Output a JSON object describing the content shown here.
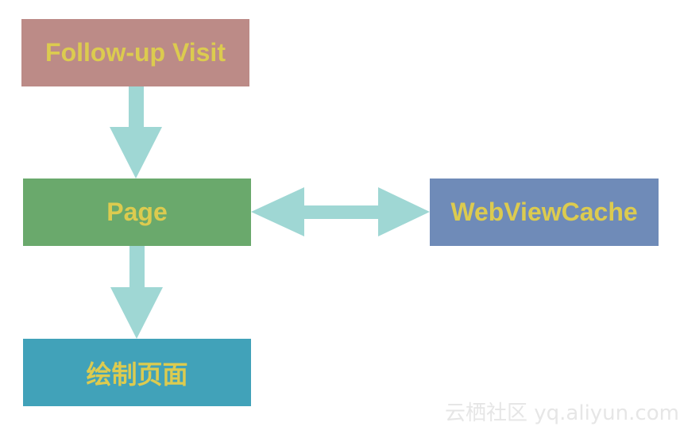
{
  "colors": {
    "text": "#dccb4f",
    "arrow": "#9fd7d4",
    "followup_bg": "#bc8b87",
    "page_bg": "#6aa96c",
    "cache_bg": "#6f8bb8",
    "draw_bg": "#41a2b9"
  },
  "nodes": {
    "followup": {
      "label": "Follow-up Visit"
    },
    "page": {
      "label": "Page"
    },
    "cache": {
      "label": "WebViewCache"
    },
    "draw": {
      "label": "绘制页面"
    }
  },
  "watermark": "云栖社区 yq.aliyun.com"
}
